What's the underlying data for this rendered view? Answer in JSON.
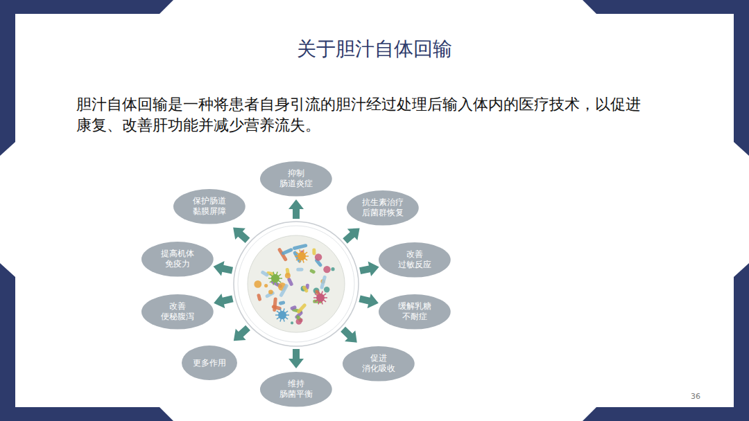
{
  "diagram": {
    "title": "关于胆汁自体回输",
    "nodes": [
      {
        "text": [
          "抑制 肠道炎症"
        ]
      },
      {
        "text": [
          "抗生素治疗 后菌群恢复"
        ]
      },
      {
        "text": [
          "改善 过敏反应"
        ]
      },
      {
        "text": [
          "缓解乳糖 不耐症"
        ]
      },
      {
        "text": [
          "促进 消化吸收"
        ]
      },
      {
        "text": [
          "维持 肠菌平衡"
        ]
      },
      {
        "text": [
          "更多作用"
        ]
      },
      {
        "text": [
          "改善 便秘腹泻"
        ]
      },
      {
        "text": [
          "提高机体 免疫力"
        ]
      },
      {
        "text": [
          "保护肠道 黏膜屏障"
        ]
      }
    ],
    "labels": [
      "胆汁自体回输是一种将患者自身引流的胆汁经过处理后输入体内的医疗技术，以促进康复、改善肝功能并减少营养流失。",
      "36"
    ]
  }
}
